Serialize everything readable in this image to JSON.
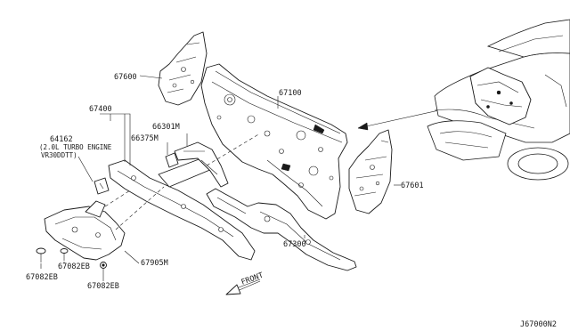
{
  "labels": {
    "p67600": "67600",
    "p67100": "67100",
    "p67400": "67400",
    "p66301m": "66301M",
    "p66375m": "66375M",
    "p64162": "64162",
    "note_line1": "(2.0L TURBO ENGINE",
    "note_line2": "VR30DDTT)",
    "p67601": "67601",
    "p67300": "67300",
    "p67905m": "67905M",
    "p67082eb_1": "67082EB",
    "p67082eb_2": "67082EB",
    "p67082eb_3": "67082EB",
    "front": "FRONT",
    "diagram_code": "J67000N2"
  },
  "colors": {
    "line": "#1a1a1a",
    "background": "#ffffff"
  },
  "icons": {
    "front_arrow": "front-arrow-icon",
    "car": "vehicle-outline-icon"
  }
}
